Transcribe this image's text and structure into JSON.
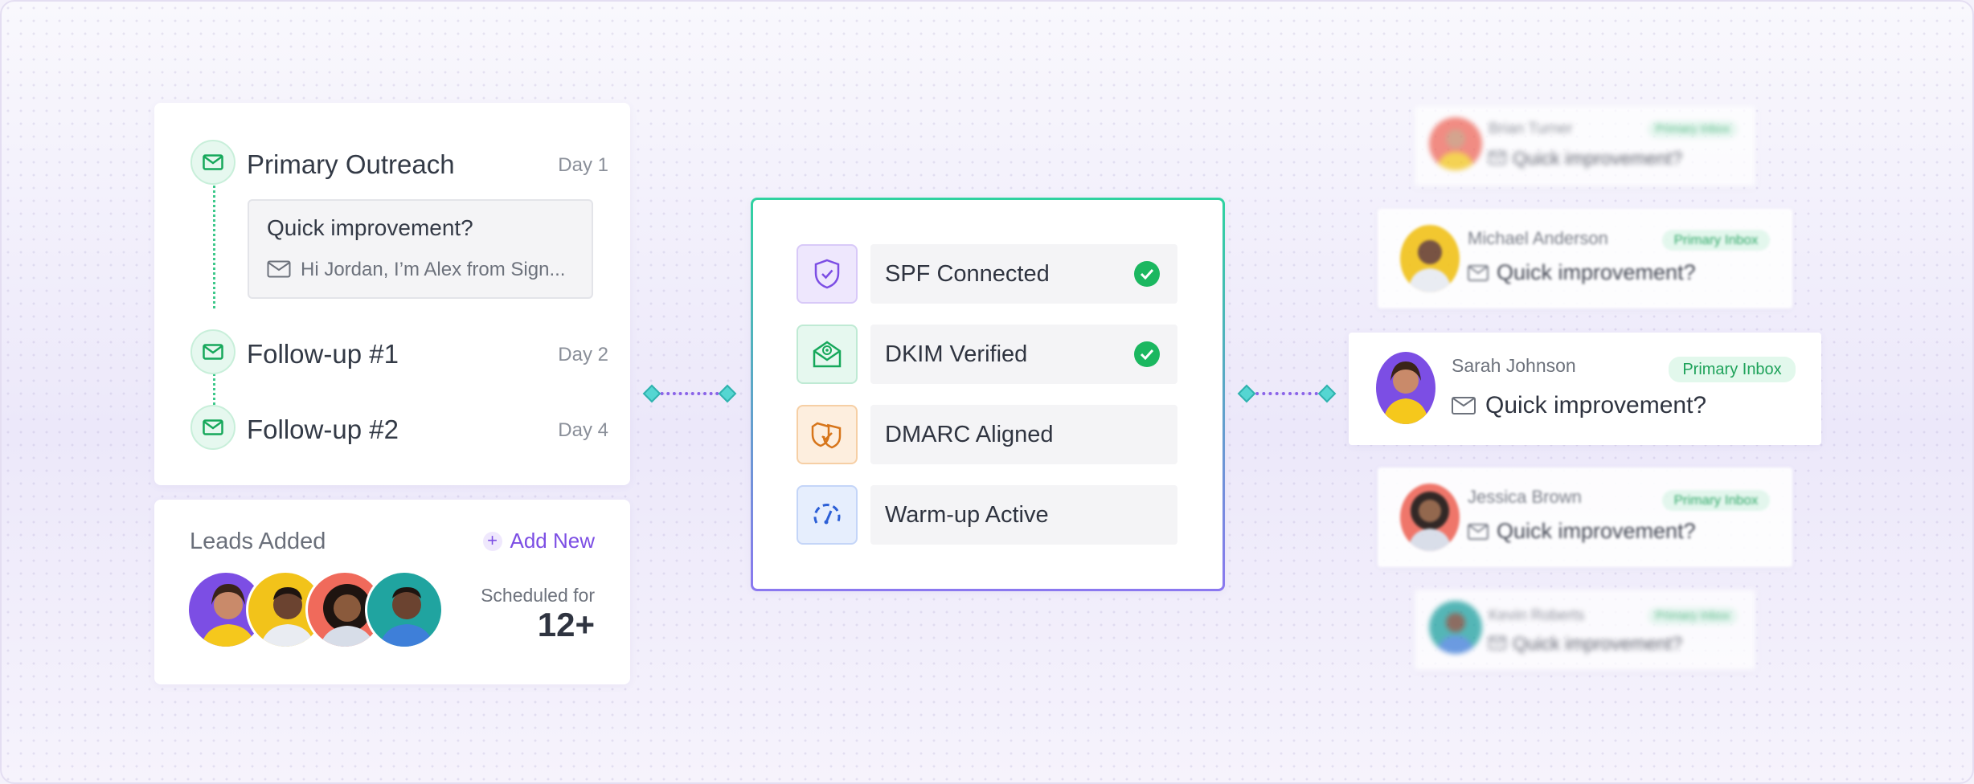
{
  "sequence": {
    "steps": [
      {
        "title": "Primary Outreach",
        "day": "Day 1"
      },
      {
        "title": "Follow-up #1",
        "day": "Day 2"
      },
      {
        "title": "Follow-up #2",
        "day": "Day 4"
      }
    ],
    "email": {
      "subject": "Quick improvement?",
      "preview": "Hi Jordan, I’m Alex from Sign..."
    }
  },
  "leads": {
    "title": "Leads Added",
    "add_new_label": "Add New",
    "scheduled_label": "Scheduled for",
    "scheduled_value": "12+"
  },
  "auth": {
    "items": [
      {
        "label": "SPF Connected",
        "icon": "shield-check-icon",
        "checked": true
      },
      {
        "label": "DKIM Verified",
        "icon": "envelope-seal-icon",
        "checked": true
      },
      {
        "label": "DMARC Aligned",
        "icon": "shields-icon",
        "checked": false
      },
      {
        "label": "Warm-up Active",
        "icon": "gauge-icon",
        "checked": false
      }
    ]
  },
  "inbox": {
    "items": [
      {
        "name": "Brian Turner",
        "badge": "Primary Inbox",
        "subject": "Quick improvement?"
      },
      {
        "name": "Michael Anderson",
        "badge": "Primary Inbox",
        "subject": "Quick improvement?"
      },
      {
        "name": "Sarah Johnson",
        "badge": "Primary Inbox",
        "subject": "Quick improvement?"
      },
      {
        "name": "Jessica Brown",
        "badge": "Primary Inbox",
        "subject": "Quick improvement?"
      },
      {
        "name": "Kevin Roberts",
        "badge": "Primary Inbox",
        "subject": "Quick improvement?"
      }
    ]
  },
  "colors": {
    "accent_green": "#1bb760",
    "accent_purple": "#7c4ee4",
    "connector_teal": "#55d6d2"
  }
}
